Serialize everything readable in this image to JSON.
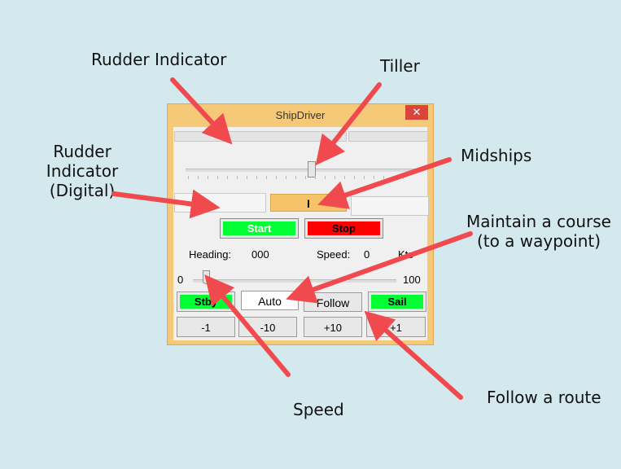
{
  "callouts": {
    "rudder_indicator": "Rudder Indicator",
    "tiller": "Tiller",
    "rudder_digital_1": "Rudder",
    "rudder_digital_2": "Indicator",
    "rudder_digital_3": "(Digital)",
    "midships": "Midships",
    "maintain_1": "Maintain a course",
    "maintain_2": "(to a waypoint)",
    "speed": "Speed",
    "follow_route": "Follow a route"
  },
  "window": {
    "title": "ShipDriver",
    "close_glyph": "✕"
  },
  "rudder": {
    "digital_value": "",
    "midships_marker": "I",
    "right_value": ""
  },
  "engine": {
    "start_label": "Start",
    "stop_label": "Stop"
  },
  "status": {
    "heading_label": "Heading:",
    "heading_value": "000",
    "speed_label": "Speed:",
    "speed_value": "0",
    "speed_unit": "Kts"
  },
  "speed_slider": {
    "min_label": "0",
    "max_label": "100",
    "value": 5
  },
  "modes": {
    "stby": "Stby",
    "auto": "Auto",
    "follow": "Follow",
    "sail": "Sail"
  },
  "steps": {
    "minus1": "-1",
    "minus10": "-10",
    "plus10": "+10",
    "plus1": "+1"
  },
  "colors": {
    "window_frame": "#f6c978",
    "start_green": "#00ff33",
    "stop_red": "#ff0000",
    "midships_orange": "#f7c36a",
    "arrow_red": "#f04a4e"
  }
}
